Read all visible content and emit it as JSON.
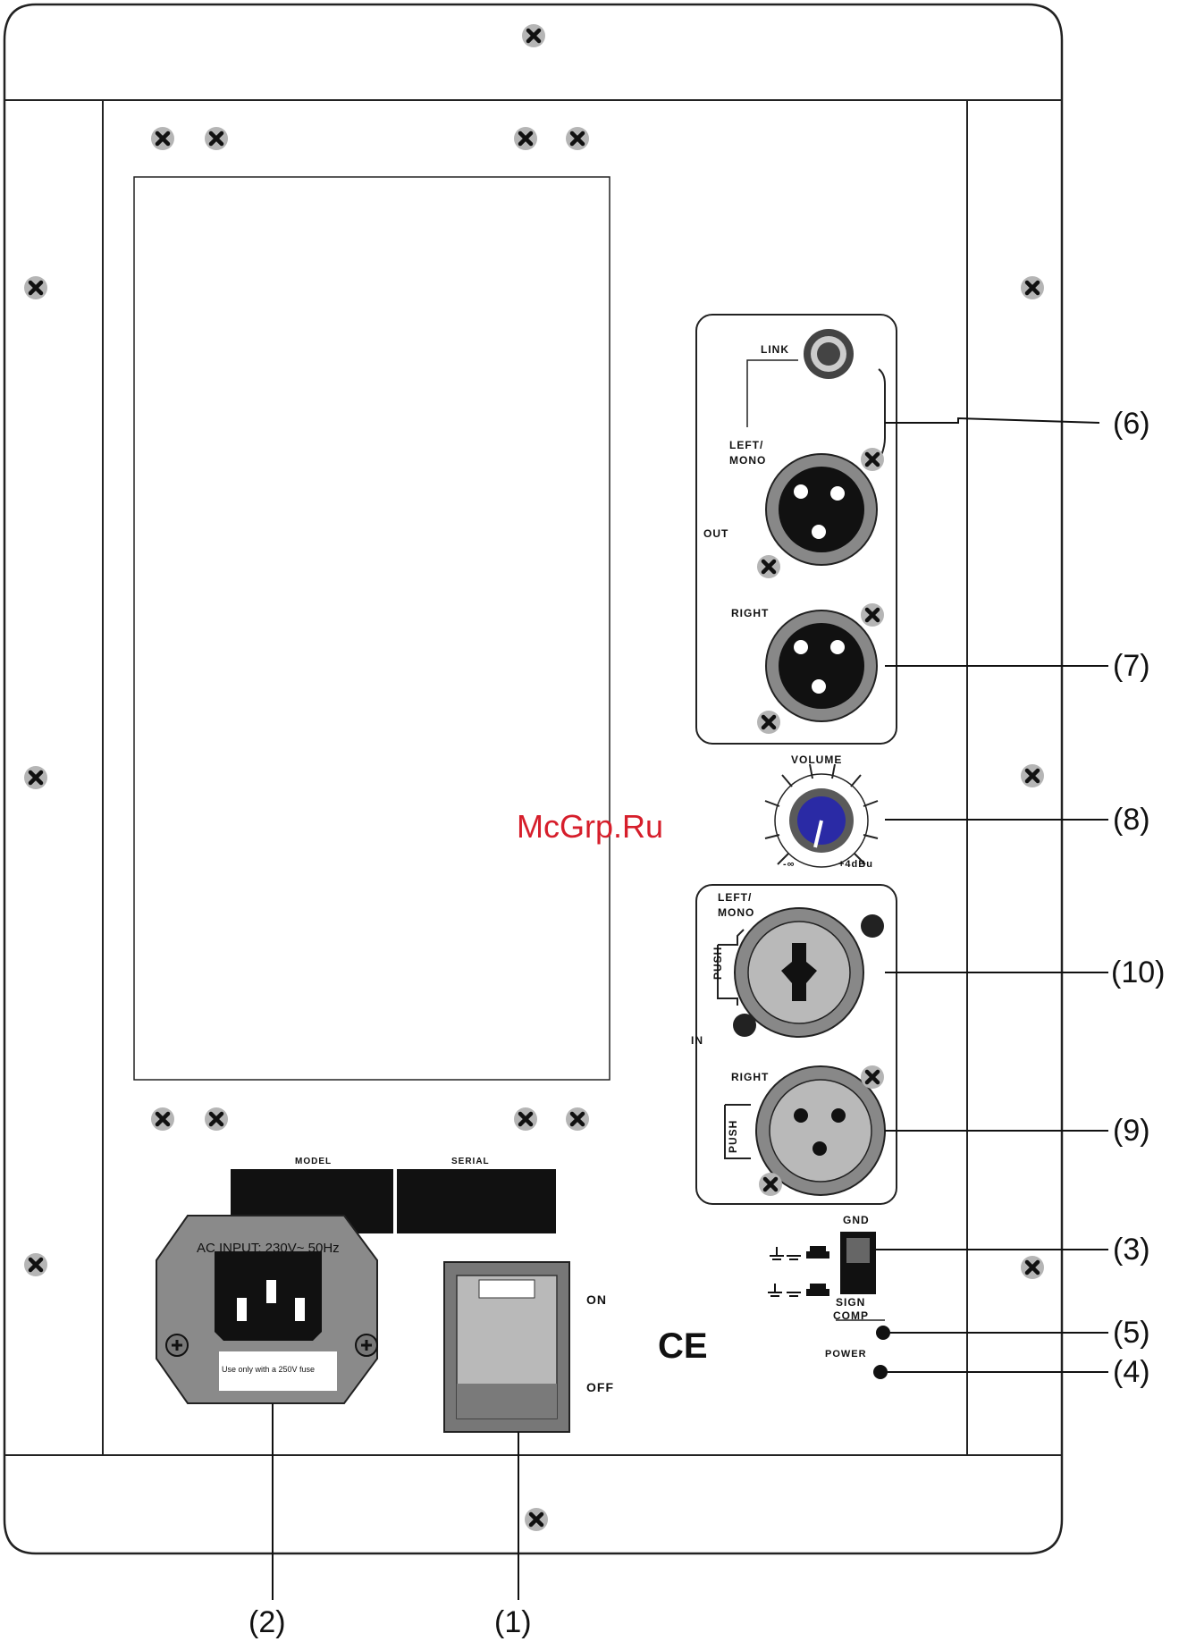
{
  "watermark": "McGrp.Ru",
  "panel": {
    "label_strip": {
      "model": "MODEL",
      "serial": "SERIAL"
    },
    "ac_input_label": "AC INPUT: 230V~ 50Hz",
    "fuse_label": "Use only with a 250V fuse",
    "switch": {
      "on": "ON",
      "off": "OFF"
    },
    "ce_mark": "CE",
    "out_group": {
      "link": "LINK",
      "left_mono": "LEFT/\nMONO",
      "out": "OUT",
      "right": "RIGHT"
    },
    "volume": {
      "label": "VOLUME",
      "min": "-∞",
      "max": "+4dBu"
    },
    "in_group": {
      "left_mono": "LEFT/\nMONO",
      "push1": "PUSH",
      "in": "IN",
      "right": "RIGHT",
      "push2": "PUSH"
    },
    "ground": {
      "gnd": "GND",
      "sign": "SIGN",
      "comp": "COMP"
    },
    "power": "POWER"
  },
  "callouts": {
    "c6": "(6)",
    "c7": "(7)",
    "c8": "(8)",
    "c10": "(10)",
    "c9": "(9)",
    "c3": "(3)",
    "c5": "(5)",
    "c4": "(4)",
    "c2": "(2)",
    "c1": "(1)"
  }
}
